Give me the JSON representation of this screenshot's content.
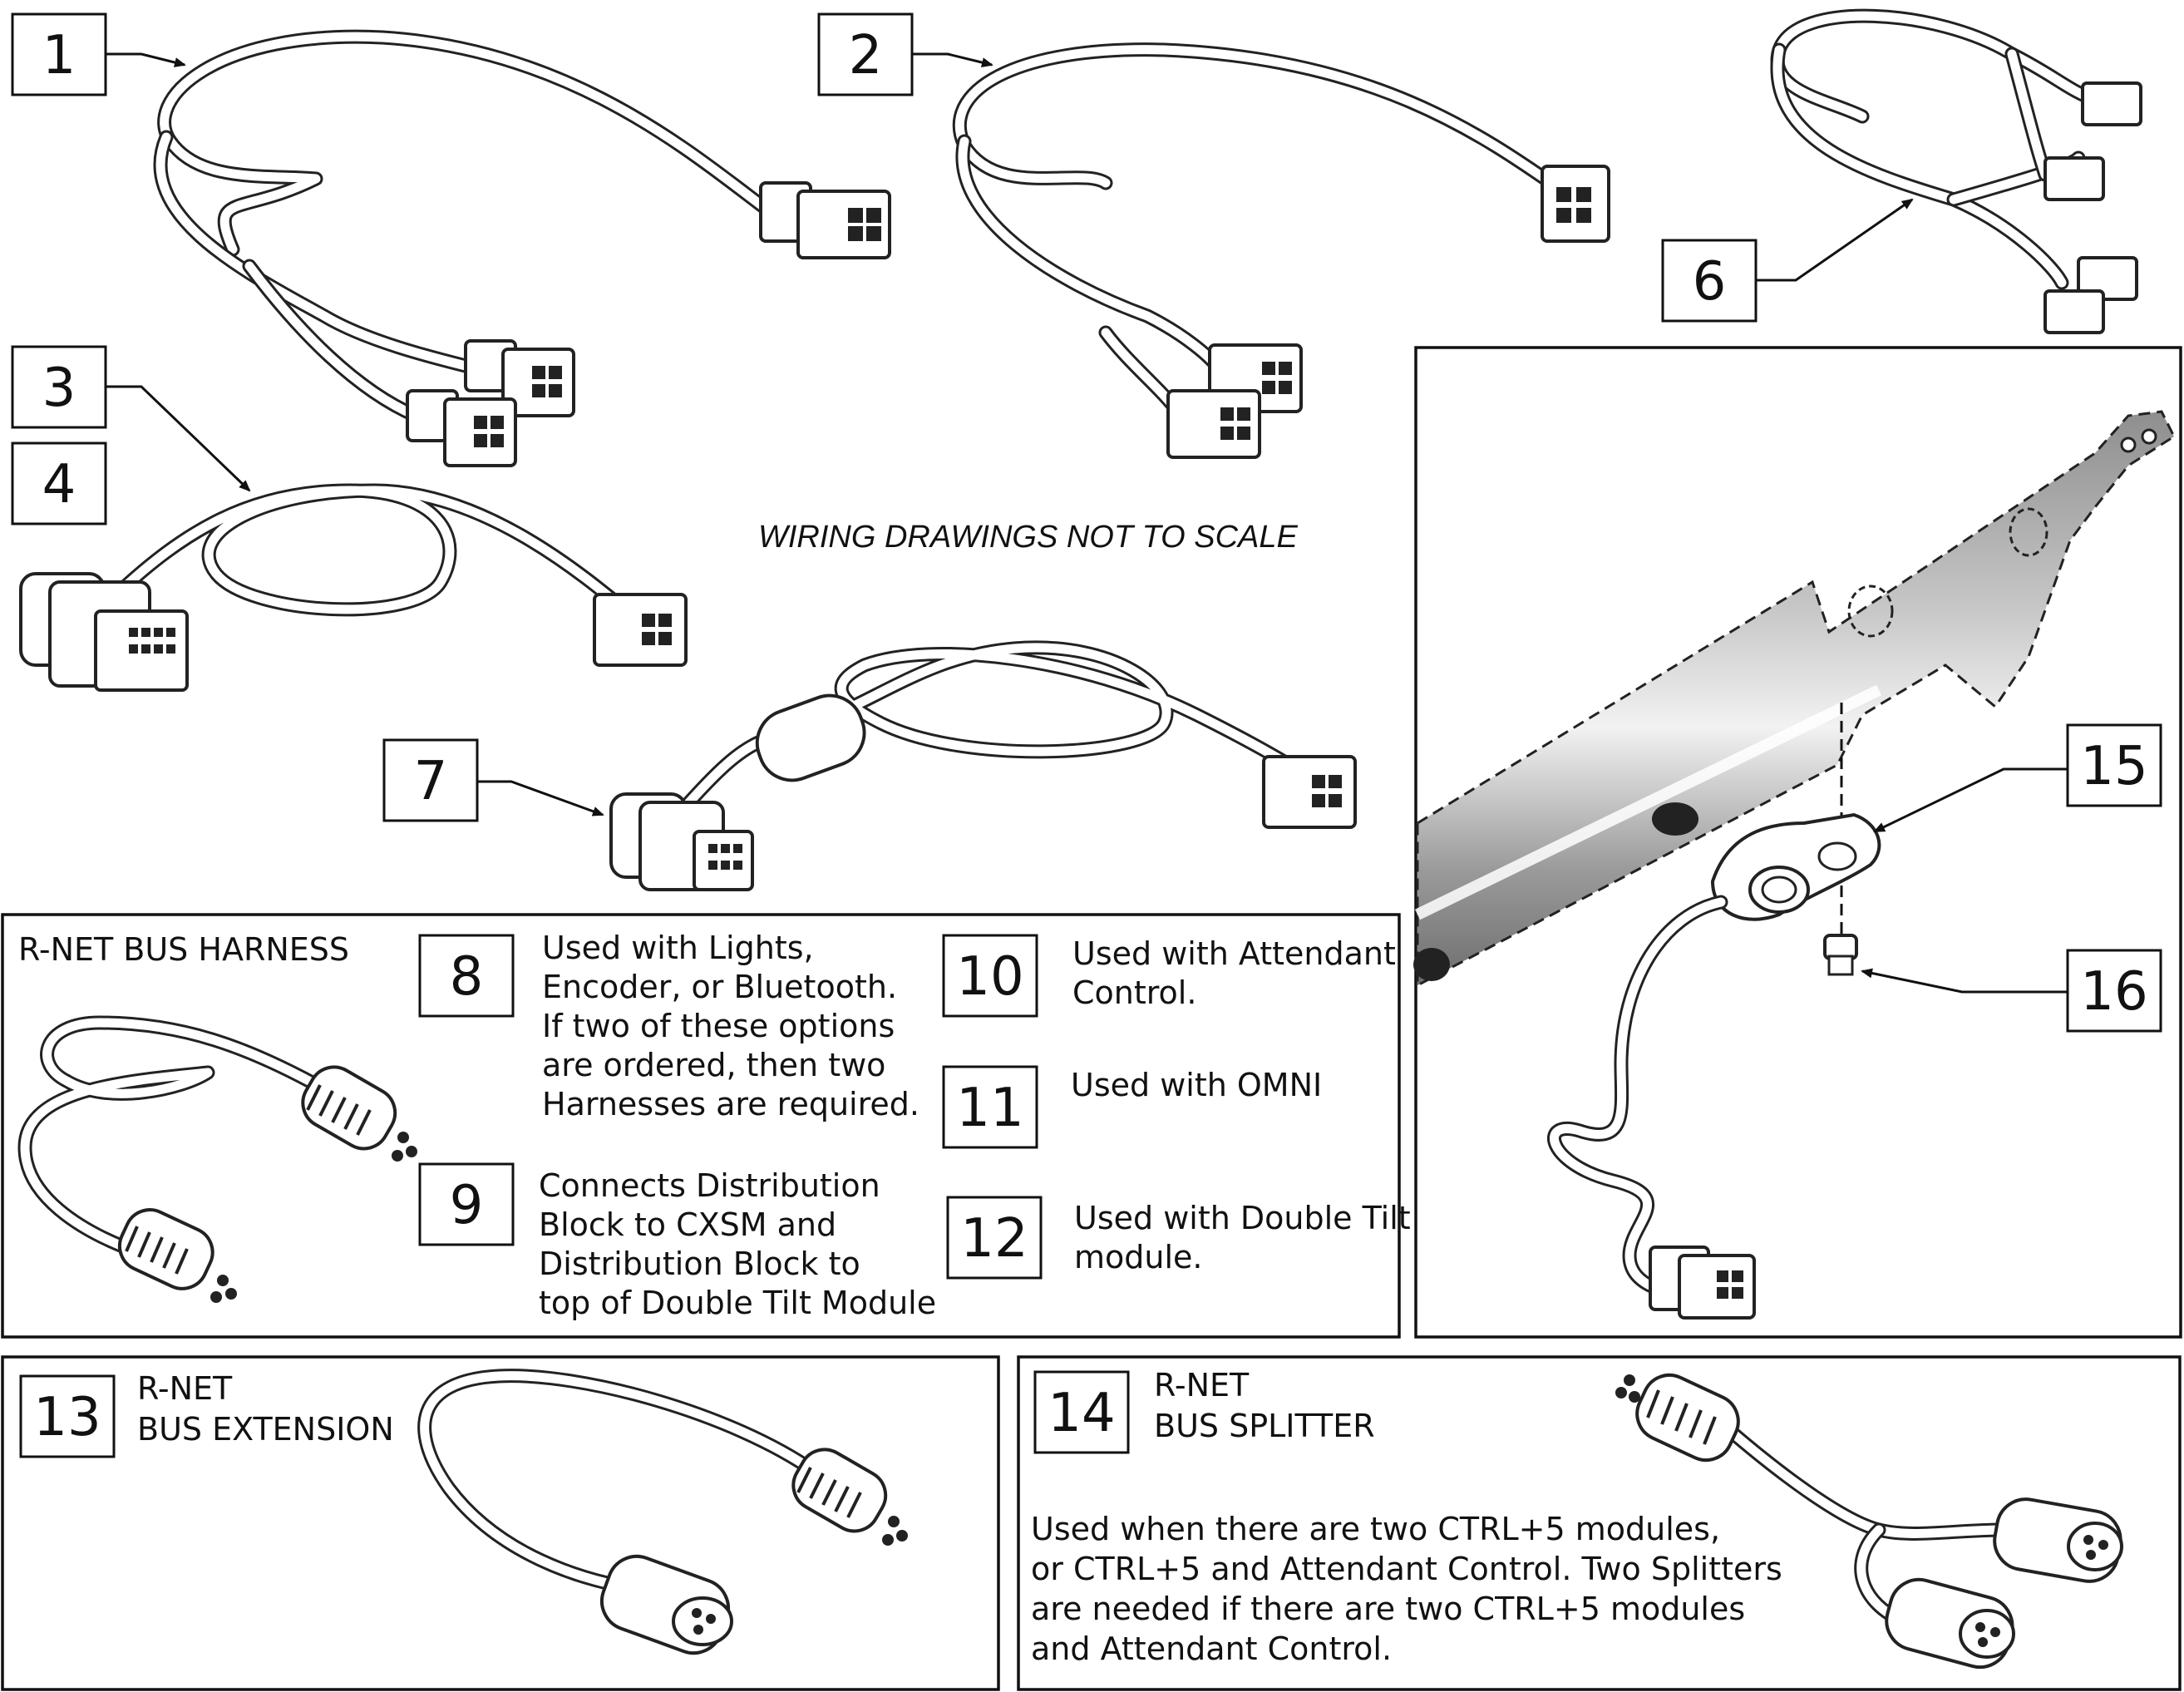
{
  "callouts": {
    "c1": "1",
    "c2": "2",
    "c3": "3",
    "c4": "4",
    "c6": "6",
    "c7": "7",
    "c8": "8",
    "c9": "9",
    "c10": "10",
    "c11": "11",
    "c12": "12",
    "c13": "13",
    "c14": "14",
    "c15": "15",
    "c16": "16"
  },
  "note": "WIRING DRAWINGS NOT TO SCALE",
  "bus_harness": {
    "title": "R-NET BUS HARNESS",
    "desc8": [
      "Used with Lights,",
      "Encoder, or Bluetooth.",
      "If two of these options",
      "are ordered, then two",
      "Harnesses are required."
    ],
    "desc9": [
      "Connects Distribution",
      "Block to CXSM and",
      "Distribution Block to",
      "top of Double Tilt Module"
    ],
    "desc10": [
      "Used with Attendant",
      "Control."
    ],
    "desc11": [
      "Used with OMNI"
    ],
    "desc12": [
      "Used with Double Tilt",
      "module."
    ]
  },
  "bus_extension": {
    "title": [
      "R-NET",
      "BUS EXTENSION"
    ]
  },
  "bus_splitter": {
    "title": [
      "R-NET",
      "BUS SPLITTER"
    ],
    "desc": [
      "Used when there are two CTRL+5 modules,",
      "or CTRL+5 and Attendant Control. Two Splitters",
      "are needed if there are two CTRL+5 modules",
      "and Attendant Control."
    ]
  }
}
